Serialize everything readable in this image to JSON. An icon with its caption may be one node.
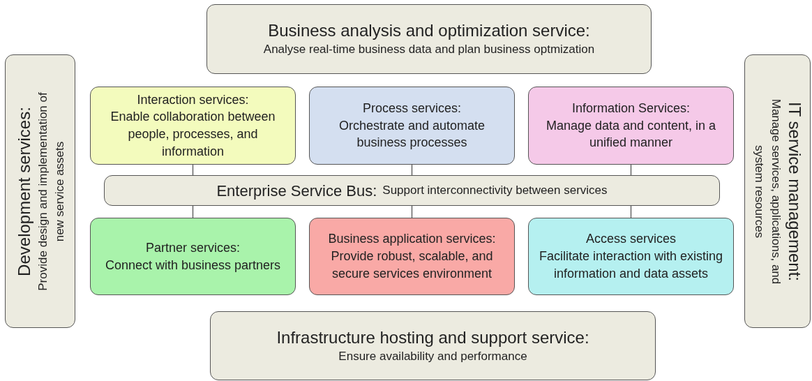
{
  "diagram": {
    "nodes": [
      {
        "text": [
          "Business analysis and optimization service:",
          "Analyse real-time business data and plan business optmization"
        ]
      },
      {
        "text": [
          "Development services:",
          "Provide design and implementation of new service assets"
        ]
      },
      {
        "text": [
          "IT service management:",
          "Manage services, applications, and system resources"
        ]
      },
      {
        "text": [
          "Interaction services:",
          "Enable collaboration between people, processes, and information"
        ]
      },
      {
        "text": [
          "Process services:",
          "Orchestrate and automate business processes"
        ]
      },
      {
        "text": [
          "Information Services:",
          "Manage data and content, in a unified manner"
        ]
      },
      {
        "text": [
          "Enterprise Service Bus:",
          "Support interconnectivity between services"
        ]
      },
      {
        "text": [
          "Partner services:",
          "Connect with business partners"
        ]
      },
      {
        "text": [
          "Business application services:",
          "Provide robust, scalable, and secure services environment"
        ]
      },
      {
        "text": [
          "Access services",
          "Facilitate interaction with existing information and data assets"
        ]
      },
      {
        "text": [
          "Infrastructure hosting and support service:",
          "Ensure availability and performance"
        ]
      }
    ],
    "edges": [
      {
        "from": 3,
        "to": 6,
        "arrow": "none"
      },
      {
        "from": 4,
        "to": 6,
        "arrow": "none"
      },
      {
        "from": 5,
        "to": 6,
        "arrow": "none"
      },
      {
        "from": 6,
        "to": 7,
        "arrow": "none"
      },
      {
        "from": 6,
        "to": 8,
        "arrow": "none"
      },
      {
        "from": 6,
        "to": 9,
        "arrow": "none"
      }
    ]
  }
}
